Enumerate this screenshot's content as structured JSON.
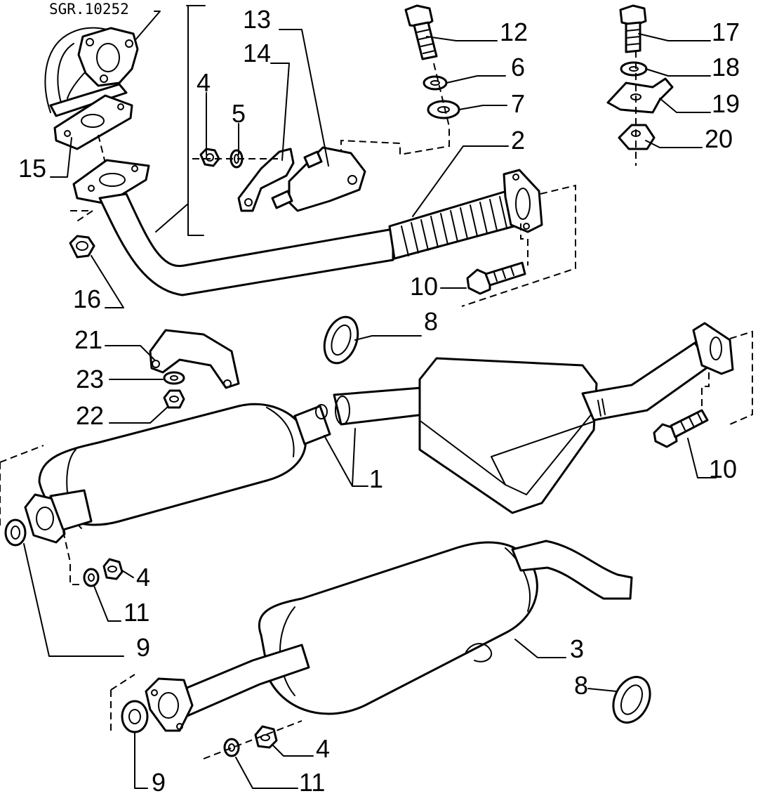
{
  "drawing_code": "SGR.10252",
  "callouts": [
    {
      "id": "c13",
      "text": "13"
    },
    {
      "id": "c14",
      "text": "14"
    },
    {
      "id": "c4a",
      "text": "4"
    },
    {
      "id": "c5",
      "text": "5"
    },
    {
      "id": "c12",
      "text": "12"
    },
    {
      "id": "c6",
      "text": "6"
    },
    {
      "id": "c7",
      "text": "7"
    },
    {
      "id": "c2",
      "text": "2"
    },
    {
      "id": "c17",
      "text": "17"
    },
    {
      "id": "c18",
      "text": "18"
    },
    {
      "id": "c19",
      "text": "19"
    },
    {
      "id": "c20",
      "text": "20"
    },
    {
      "id": "c15",
      "text": "15"
    },
    {
      "id": "c16",
      "text": "16"
    },
    {
      "id": "c10a",
      "text": "10"
    },
    {
      "id": "c8a",
      "text": "8"
    },
    {
      "id": "c21",
      "text": "21"
    },
    {
      "id": "c23",
      "text": "23"
    },
    {
      "id": "c22",
      "text": "22"
    },
    {
      "id": "c1",
      "text": "1"
    },
    {
      "id": "c10b",
      "text": "10"
    },
    {
      "id": "c4b",
      "text": "4"
    },
    {
      "id": "c11a",
      "text": "11"
    },
    {
      "id": "c9a",
      "text": "9"
    },
    {
      "id": "c3",
      "text": "3"
    },
    {
      "id": "c8b",
      "text": "8"
    },
    {
      "id": "c4c",
      "text": "4"
    },
    {
      "id": "c9b",
      "text": "9"
    },
    {
      "id": "c11b",
      "text": "11"
    }
  ]
}
